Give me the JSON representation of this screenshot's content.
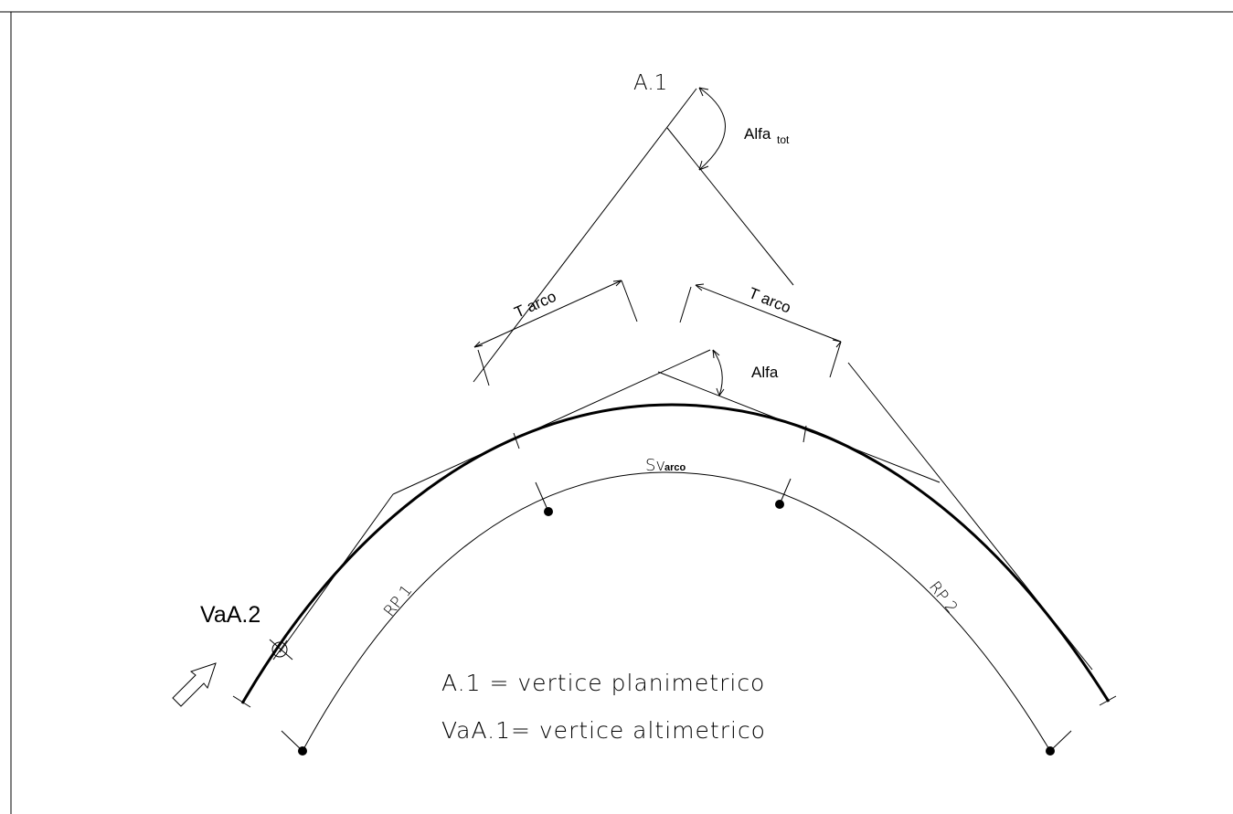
{
  "labels": {
    "vertex_top": "A.1",
    "alfa_tot_main": "Alfa",
    "alfa_tot_sub": "tot",
    "t_arco_left": "T arco",
    "t_arco_right": "T arco",
    "alfa": "Alfa",
    "sv_main": "Sv",
    "sv_sub": "arco",
    "rp1": "RP 1",
    "rp2": "RP 2",
    "vaa2": "VaA.2",
    "legend_line1": "A.1 = vertice planimetrico",
    "legend_line2": "VaA.1= vertice altimetrico"
  },
  "colors": {
    "ink": "#000000",
    "background": "#ffffff"
  },
  "icons": {
    "direction_arrow": "hollow-arrow-up-right",
    "vertex_marker": "circle-cross-marker"
  }
}
